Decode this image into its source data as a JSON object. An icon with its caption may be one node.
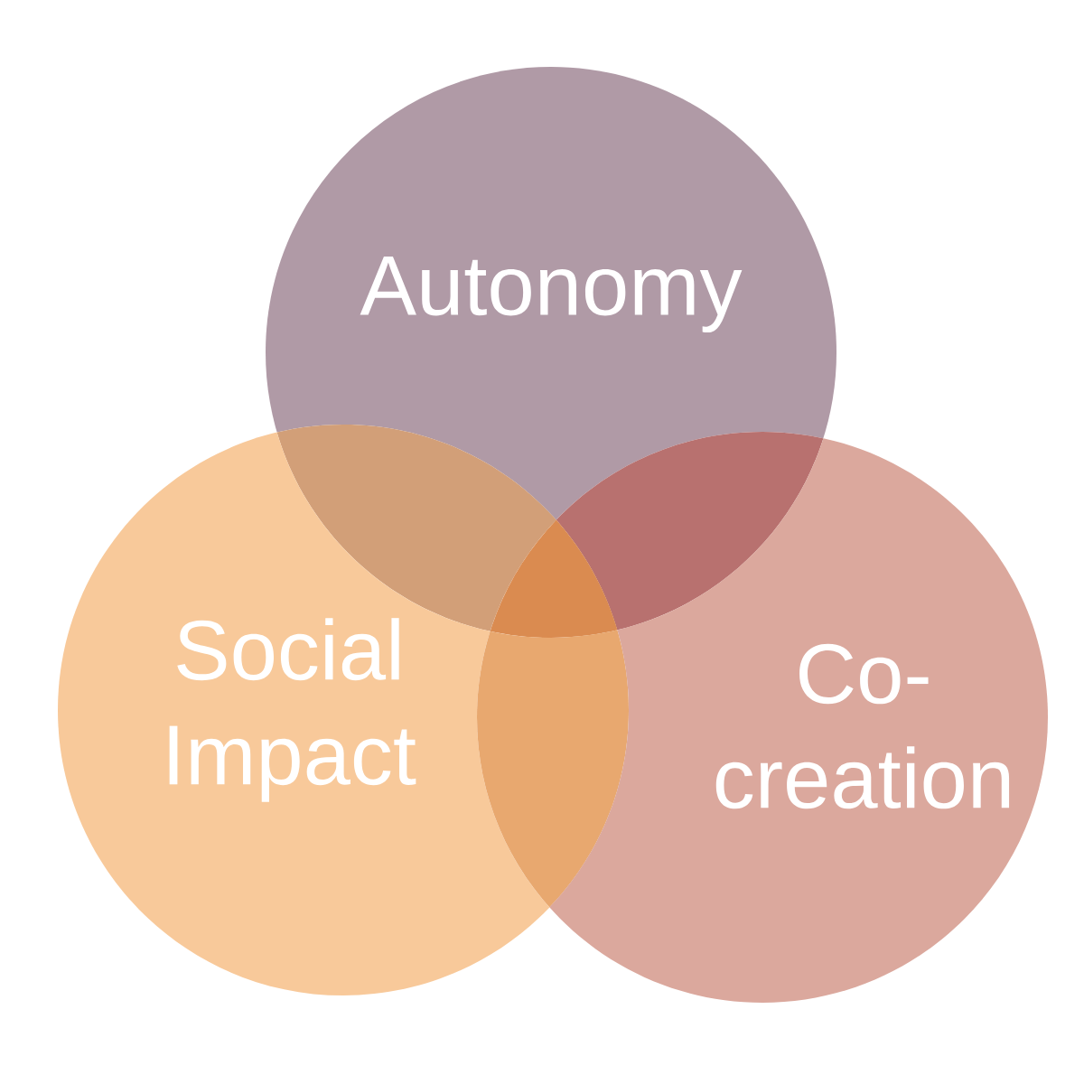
{
  "diagram": {
    "nodes": [
      {
        "text": [
          "Autonomy"
        ]
      },
      {
        "text": [
          "Social Impact"
        ]
      },
      {
        "text": [
          "Co-creation"
        ]
      }
    ]
  }
}
